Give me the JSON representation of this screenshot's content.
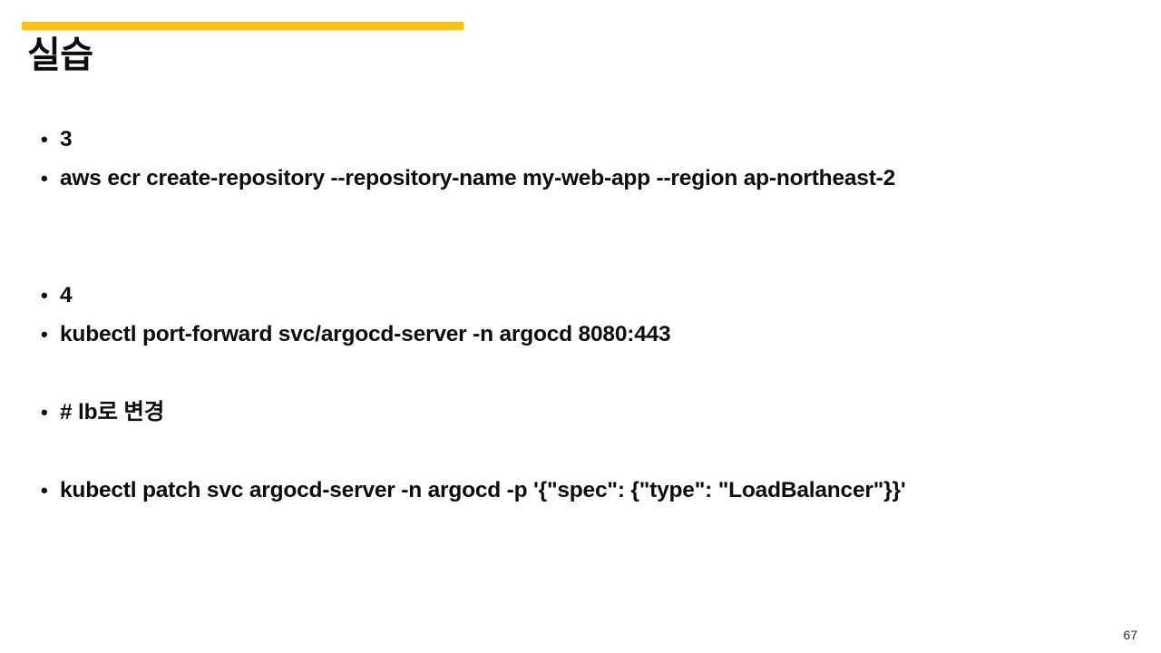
{
  "slide": {
    "title": "실습",
    "accent_color": "#F6C219",
    "background_color": "#FFFFFF",
    "text_color": "#0D0D0D",
    "page_number": "67"
  },
  "content": {
    "bullet_glyph": "•",
    "blocks": [
      {
        "id": "step-3",
        "lines": [
          {
            "id": "step-3-label",
            "bullet": true,
            "text": "3"
          },
          {
            "id": "step-3-command",
            "bullet": true,
            "text": "aws ecr create-repository --repository-name my-web-app --region ap-northeast-2"
          }
        ]
      },
      {
        "id": "gap-1",
        "lines": [
          {
            "id": "gap-1-a",
            "bullet": false,
            "text": ""
          },
          {
            "id": "gap-1-b",
            "bullet": false,
            "text": ""
          }
        ]
      },
      {
        "id": "step-4",
        "lines": [
          {
            "id": "step-4-label",
            "bullet": true,
            "text": "4"
          },
          {
            "id": "step-4-command",
            "bullet": true,
            "text": "kubectl port-forward svc/argocd-server -n argocd 8080:443"
          }
        ]
      },
      {
        "id": "gap-2",
        "lines": [
          {
            "id": "gap-2-a",
            "bullet": false,
            "text": ""
          }
        ]
      },
      {
        "id": "comment",
        "lines": [
          {
            "id": "comment-lb",
            "bullet": true,
            "text": "# lb로 변경"
          }
        ]
      },
      {
        "id": "gap-3",
        "lines": [
          {
            "id": "gap-3-a",
            "bullet": false,
            "text": ""
          }
        ]
      },
      {
        "id": "patch",
        "lines": [
          {
            "id": "patch-command",
            "bullet": true,
            "text": "kubectl patch svc argocd-server -n argocd -p '{\"spec\": {\"type\": \"LoadBalancer\"}}'"
          }
        ]
      }
    ]
  }
}
